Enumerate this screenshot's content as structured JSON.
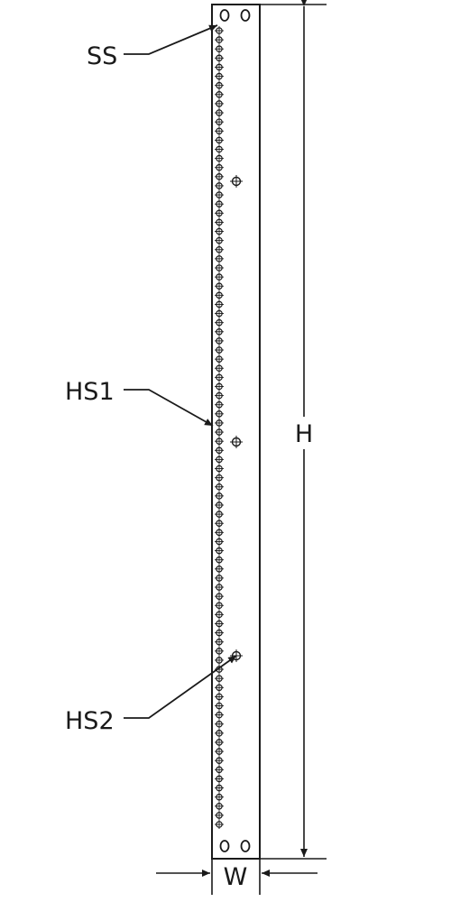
{
  "labels": {
    "ss": "SS",
    "hs1": "HS1",
    "hs2": "HS2",
    "height": "H",
    "width": "W"
  },
  "colors": {
    "line": "#1a1a1a",
    "background": "#ffffff"
  },
  "hole_row": {
    "count": 88
  }
}
